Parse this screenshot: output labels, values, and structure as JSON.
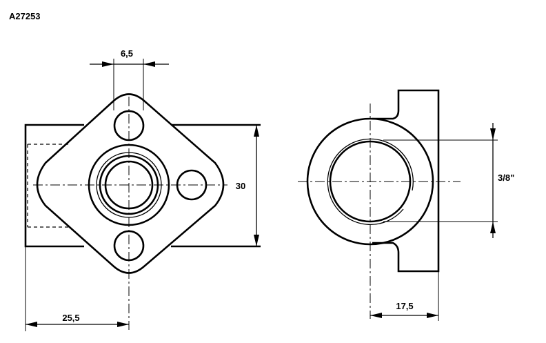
{
  "part_code": "A27253",
  "dimensions": {
    "hole_diameter": "6,5",
    "flange_height": "30",
    "thread_size": "3/8\"",
    "offset_left": "25,5",
    "body_depth": "17,5"
  }
}
